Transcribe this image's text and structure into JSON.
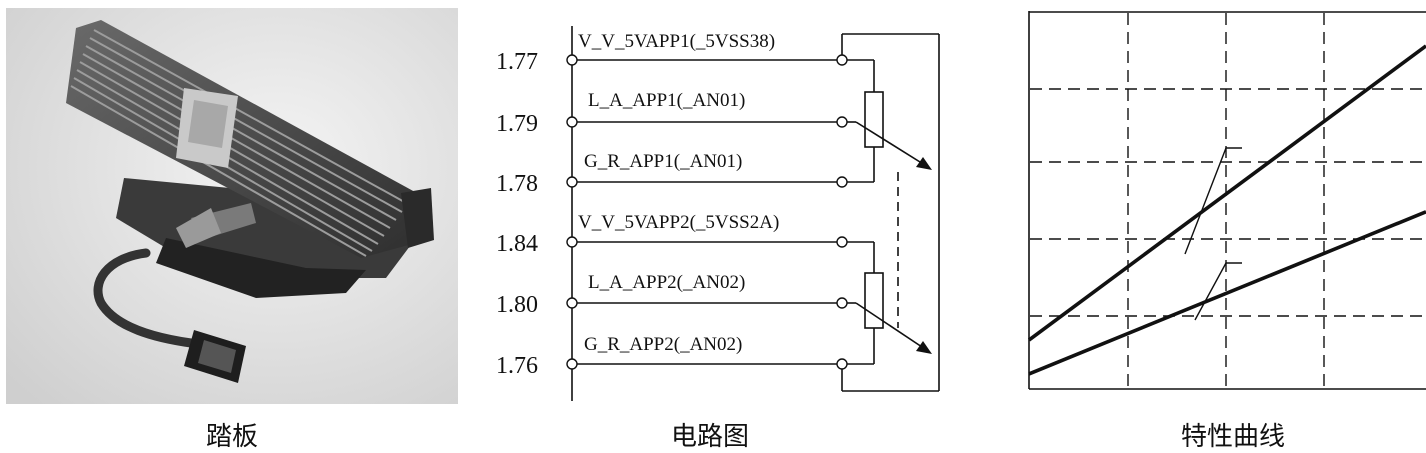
{
  "captions": {
    "pedal": "踏板",
    "circuit": "电路图",
    "curve": "特性曲线"
  },
  "circuit": {
    "pin_values": [
      "1.77",
      "1.79",
      "1.78",
      "1.84",
      "1.80",
      "1.76"
    ],
    "pin_labels": [
      "V_V_5VAPP1(_5VSS38)",
      "L_A_APP1(_AN01)",
      "G_R_APP1(_AN01)",
      "V_V_5VAPP2(_5VSS2A)",
      "L_A_APP2(_AN02)",
      "G_R_APP2(_AN02)"
    ]
  },
  "chart_data": {
    "type": "line",
    "title": "",
    "xlabel": "",
    "ylabel": "",
    "grid": true,
    "series": [
      {
        "x": [
          0,
          1
        ],
        "y": [
          0.13,
          0.91
        ]
      },
      {
        "x": [
          0,
          1
        ],
        "y": [
          0.04,
          0.47
        ]
      }
    ]
  }
}
